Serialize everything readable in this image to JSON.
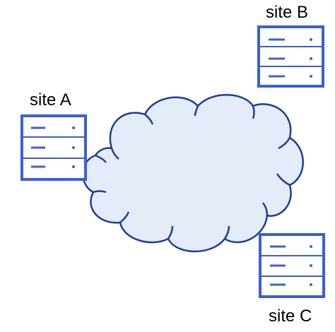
{
  "sites": [
    {
      "id": "a",
      "label": "site A"
    },
    {
      "id": "b",
      "label": "site B"
    },
    {
      "id": "c",
      "label": "site C"
    }
  ],
  "icons": {
    "server": "server-icon",
    "network": "cloud-icon"
  },
  "colors": {
    "stroke": "#1f3d99",
    "cloud_fill": "#e4ecfa",
    "server_stroke": "#3b5fd9",
    "server_fill": "#ffffff",
    "background": "#ffffff"
  }
}
